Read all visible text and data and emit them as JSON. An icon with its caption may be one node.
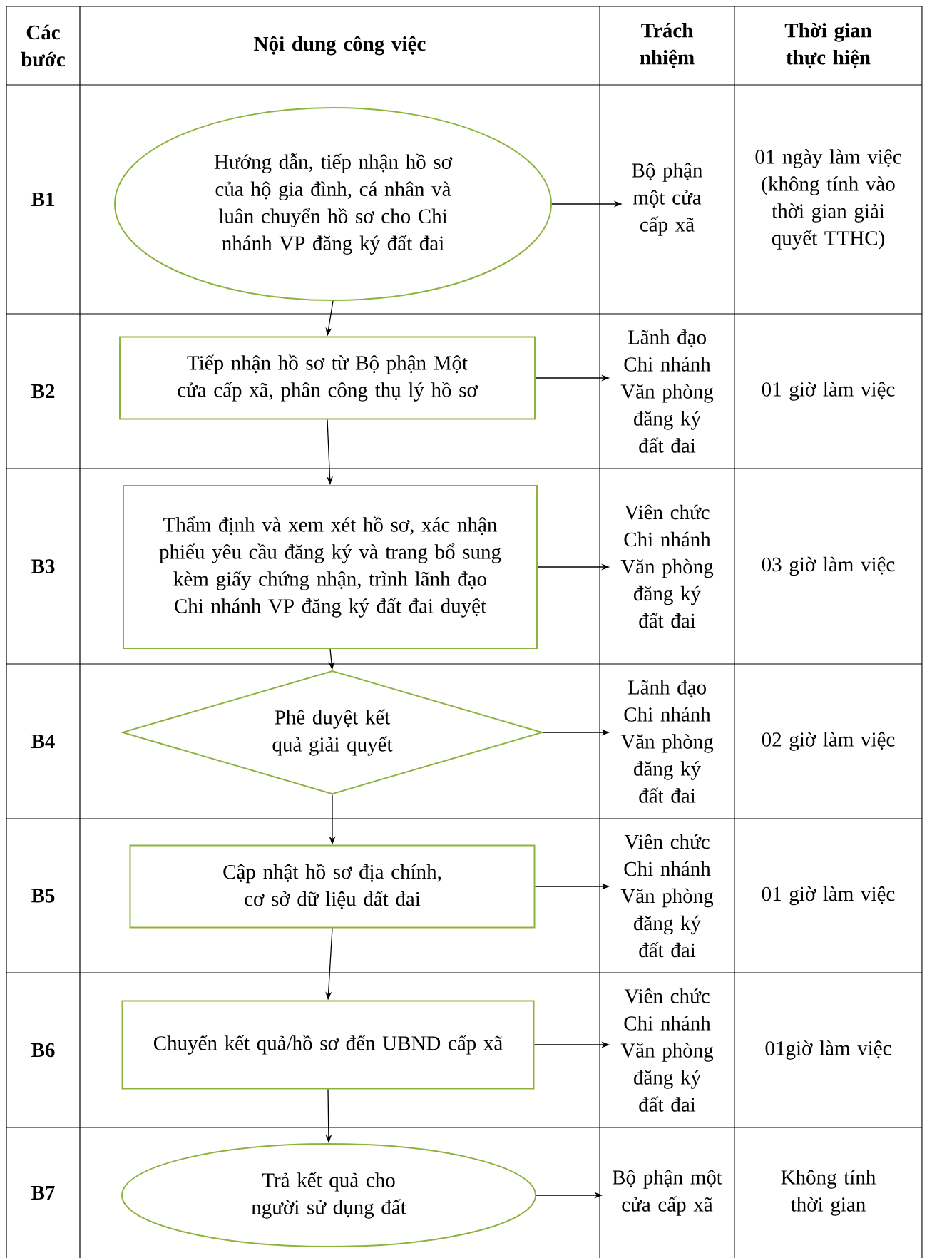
{
  "diagram": {
    "nodes": [
      {
        "text": [
          "Hướng dẫn, tiếp nhận hồ sơ của hộ gia đình, cá nhân và luân chuyển hồ sơ cho Chi nhánh VP đăng ký đất đai"
        ]
      },
      {
        "text": [
          "Bộ phận một cửa cấp xã"
        ]
      },
      {
        "text": [
          "Tiếp nhận hồ sơ từ Bộ phận Một cửa cấp xã, phân công thụ lý hồ sơ"
        ]
      },
      {
        "text": [
          "Lãnh đạo Chi nhánh Văn phòng đăng ký đất đai"
        ]
      },
      {
        "text": [
          "Thẩm định và xem xét hồ sơ, xác nhận phiếu yêu cầu đăng ký và trang bổ sung kèm giấy chứng nhận, trình lãnh đạo Chi nhánh VP đăng ký đất đai duyệt"
        ]
      },
      {
        "text": [
          "Viên chức Chi nhánh Văn phòng đăng ký đất đai"
        ]
      },
      {
        "text": [
          "Phê duyệt kết quả giải quyết"
        ]
      },
      {
        "text": [
          "Lãnh đạo Chi nhánh Văn phòng đăng ký đất đai"
        ]
      },
      {
        "text": [
          "Cập nhật hồ sơ địa chính, cơ sở dữ liệu đất đai"
        ]
      },
      {
        "text": [
          "Viên chức Chi nhánh Văn phòng đăng ký đất đai"
        ]
      },
      {
        "text": [
          "Chuyển kết quả/hồ sơ đến UBND cấp xã"
        ]
      },
      {
        "text": [
          "Viên chức Chi nhánh Văn phòng đăng ký đất đai"
        ]
      },
      {
        "text": [
          "Trả kết quả cho người sử dụng đất"
        ]
      },
      {
        "text": [
          "Bộ phận một cửa cấp xã"
        ]
      }
    ],
    "edges": [
      {
        "from": 0,
        "to": 1,
        "arrow": "to"
      },
      {
        "from": 0,
        "to": 2,
        "arrow": "to"
      },
      {
        "from": 2,
        "to": 3,
        "arrow": "to"
      },
      {
        "from": 2,
        "to": 4,
        "arrow": "to"
      },
      {
        "from": 4,
        "to": 5,
        "arrow": "to"
      },
      {
        "from": 4,
        "to": 6,
        "arrow": "to"
      },
      {
        "from": 6,
        "to": 7,
        "arrow": "to"
      },
      {
        "from": 6,
        "to": 8,
        "arrow": "to"
      },
      {
        "from": 8,
        "to": 9,
        "arrow": "to"
      },
      {
        "from": 8,
        "to": 10,
        "arrow": "to"
      },
      {
        "from": 10,
        "to": 11,
        "arrow": "to"
      },
      {
        "from": 10,
        "to": 12,
        "arrow": "to"
      },
      {
        "from": 12,
        "to": 13,
        "arrow": "to"
      }
    ],
    "labels": [
      "Các bước",
      "Nội dung công việc",
      "Trách nhiệm",
      "Thời gian thực hiện",
      "B1",
      "01 ngày làm việc (không tính vào thời gian giải quyết TTHC)",
      "B2",
      "01 giờ làm việc",
      "B3",
      "03 giờ làm việc",
      "B4",
      "02 giờ làm việc",
      "B5",
      "01 giờ làm việc",
      "B6",
      "01giờ làm việc",
      "B7",
      "Không tính thời gian"
    ]
  }
}
